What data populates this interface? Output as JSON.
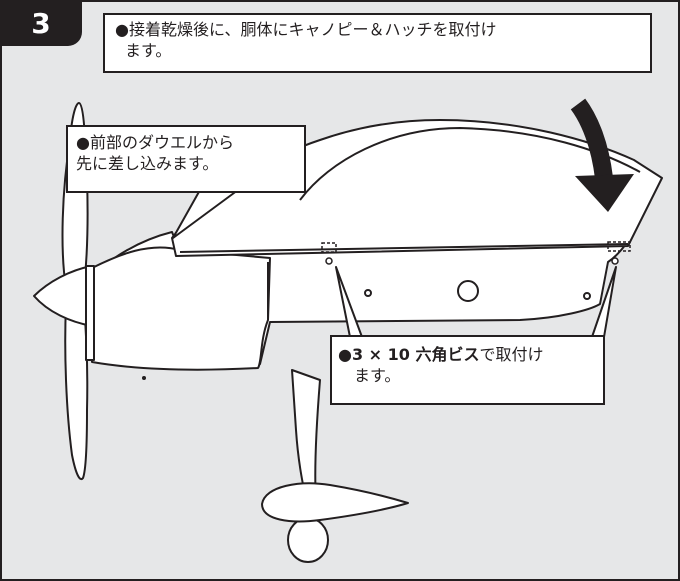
{
  "step": {
    "number": "3"
  },
  "instruction": {
    "line1": "●接着乾燥後に、胴体にキャノピー＆ハッチを取付け",
    "line2": "ます。"
  },
  "callout_dowel": {
    "line1": "●前部のダウエルから",
    "line2": "先に差し込みます。"
  },
  "callout_screw": {
    "bullet": "●",
    "bold": "3 × 10 六角ビス",
    "rest": "で取付け",
    "line2": "ます。"
  },
  "colors": {
    "background": "#e6e7e8",
    "outline": "#231f20",
    "fill": "#ffffff",
    "badge": "#231f20"
  }
}
